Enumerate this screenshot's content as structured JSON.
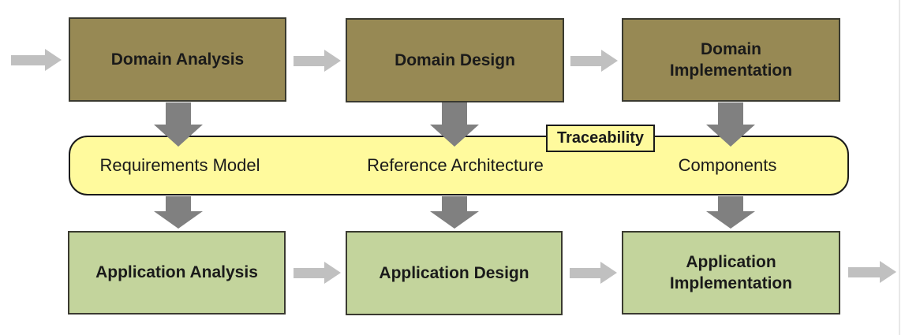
{
  "colors": {
    "domain_box_fill": "#978954",
    "application_box_fill": "#c3d49c",
    "box_border": "#3a3a30",
    "band_fill": "#fffa9d",
    "band_border": "#1a1a1a",
    "horizontal_arrow": "#c0c0c0",
    "vertical_arrow": "#808080",
    "text": "#1a1a1a",
    "page_edge": "#e8e8e8"
  },
  "top_row": {
    "boxes": [
      {
        "label": "Domain Analysis"
      },
      {
        "label": "Domain Design"
      },
      {
        "label": "Domain\nImplementation"
      }
    ]
  },
  "band": {
    "tag_label": "Traceability",
    "items": [
      {
        "label": "Requirements Model"
      },
      {
        "label": "Reference Architecture"
      },
      {
        "label": "Components"
      }
    ]
  },
  "bottom_row": {
    "boxes": [
      {
        "label": "Application Analysis"
      },
      {
        "label": "Application Design"
      },
      {
        "label": "Application\nImplementation"
      }
    ]
  }
}
